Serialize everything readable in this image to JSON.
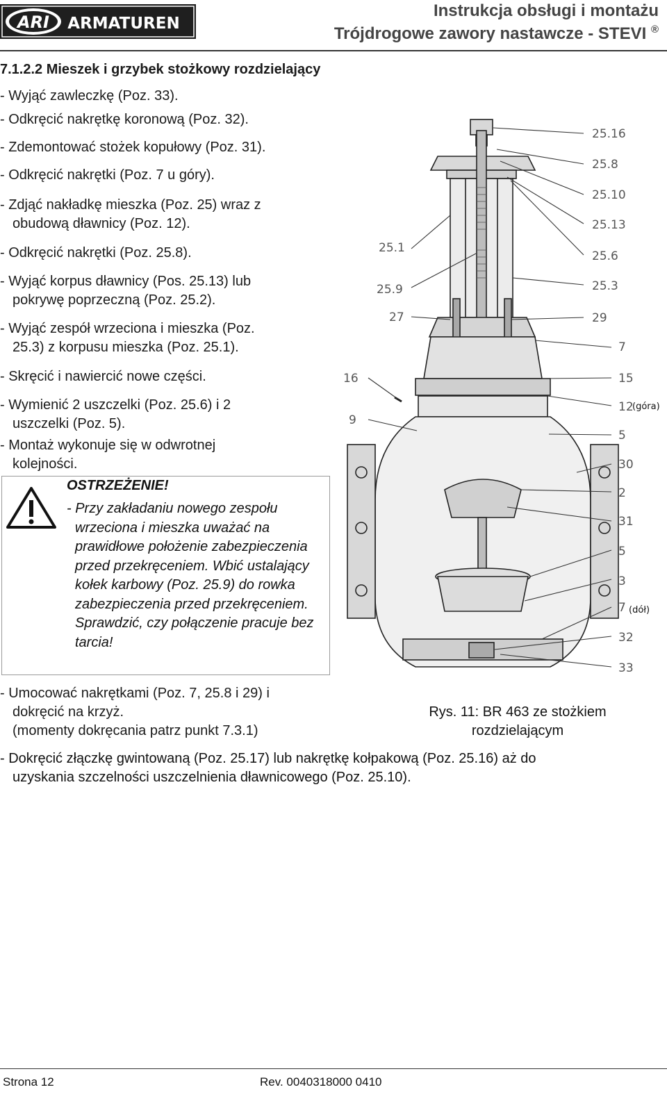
{
  "header": {
    "logo_text": "ARI",
    "logo_brand": "ARMATUREN",
    "title_line1": "Instrukcja obsługi i montażu",
    "title_line2": "Trójdrogowe zawory nastawcze - STEVI",
    "title_line2_mark": "®"
  },
  "section": {
    "heading": "7.1.2.2 Mieszek i grzybek stożkowy rozdzielający",
    "steps": [
      {
        "line1": "- Wyjąć zawleczkę (Poz. 33).",
        "line2": ""
      },
      {
        "line1": "- Odkręcić nakrętkę koronową (Poz. 32).",
        "line2": ""
      },
      {
        "line1": "- Zdemontować stożek kopułowy (Poz. 31).",
        "line2": ""
      },
      {
        "line1": "- Odkręcić nakrętki (Poz. 7 u góry).",
        "line2": ""
      },
      {
        "line1": "- Zdjąć nakładkę mieszka (Poz. 25) wraz z",
        "line2": "obudową dławnicy (Poz. 12)."
      },
      {
        "line1": "- Odkręcić nakrętki (Poz. 25.8).",
        "line2": ""
      },
      {
        "line1": "- Wyjąć korpus dławnicy (Pos. 25.13) lub",
        "line2": "pokrywę poprzeczną (Poz. 25.2)."
      },
      {
        "line1": "- Wyjąć zespół wrzeciona i mieszka (Poz.",
        "line2": "25.3) z korpusu mieszka (Poz. 25.1)."
      },
      {
        "line1": "- Skręcić i nawiercić nowe części.",
        "line2": ""
      },
      {
        "line1": "- Wymienić 2 uszczelki (Poz. 25.6) i 2",
        "line2": "uszczelki (Poz. 5)."
      },
      {
        "line1": "- Montaż wykonuje się w odwrotnej",
        "line2": "kolejności."
      }
    ]
  },
  "warning": {
    "title": "OSTRZEŻENIE!",
    "text_first": "- Przy zakładaniu nowego zespołu",
    "text_rest": "wrzeciona i mieszka uważać na prawidłowe położenie zabezpieczenia przed przekręceniem. Wbić ustalający kołek karbowy (Poz. 25.9) do rowka zabezpieczenia przed przekręceniem. Sprawdzić, czy połączenie pracuje bez tarcia!"
  },
  "after_steps": {
    "line1": "- Umocować nakrętkami (Poz. 7, 25.8 i 29) i",
    "line2": "dokręcić na krzyż.",
    "line3": "(momenty dokręcania patrz punkt 7.3.1)"
  },
  "figure": {
    "labels_left": [
      "25.1",
      "25.9",
      "27",
      "16",
      "9"
    ],
    "labels_right": [
      "25.16",
      "25.8",
      "25.10",
      "25.13",
      "25.6",
      "25.3",
      "29",
      "7",
      "15",
      "12",
      "5",
      "30",
      "2",
      "31",
      "5",
      "3",
      "7",
      "32",
      "33"
    ],
    "note_top": "(góra)",
    "note_bottom": "(dół)",
    "caption_line1": "Rys. 11: BR 463 ze stożkiem",
    "caption_line2": "rozdzielającym"
  },
  "final_step": {
    "line1": "- Dokręcić złączkę gwintowaną (Poz. 25.17) lub nakrętkę kołpakową (Poz. 25.16) aż do",
    "line2": "uzyskania szczelności uszczelnienia dławnicowego (Poz. 25.10)."
  },
  "footer": {
    "page": "Strona 12",
    "revision": "Rev. 0040318000 0410"
  }
}
